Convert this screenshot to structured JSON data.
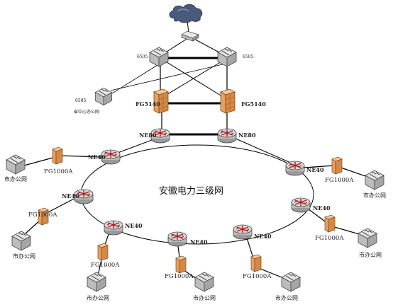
{
  "diagram": {
    "title": "安徽电力三级网",
    "core": {
      "left_switch": "6505",
      "right_switch": "6505",
      "left_firewall": "FG5140",
      "right_firewall": "FG5140",
      "left_router": "NE80",
      "right_router": "NE80"
    },
    "province_center": {
      "switch_model": "6505",
      "label": "省中心办公网"
    },
    "ring_routers": [
      {
        "label": "NE40"
      },
      {
        "label": "NE40"
      },
      {
        "label": "NE40"
      },
      {
        "label": "NE40"
      },
      {
        "label": "NE40"
      },
      {
        "label": "NE40"
      },
      {
        "label": "NE40"
      }
    ],
    "branches": [
      {
        "firewall": "FG1000A",
        "office": "市办公网"
      },
      {
        "firewall": "FG1000A",
        "office": "市办公网"
      },
      {
        "firewall": "FG1000A",
        "office": "市办公网"
      },
      {
        "firewall": "FG1000A",
        "office": "市办公网"
      },
      {
        "firewall": "FG1000A",
        "office": "市办公网"
      },
      {
        "firewall": "FG1000A",
        "office": "市办公网"
      },
      {
        "firewall": "FG1000A",
        "office": "市办公网"
      }
    ],
    "colors": {
      "firewall": "#e8a060",
      "router": "#c9c9c9",
      "cloud": "#4a5a7a",
      "line": "#000000"
    }
  }
}
